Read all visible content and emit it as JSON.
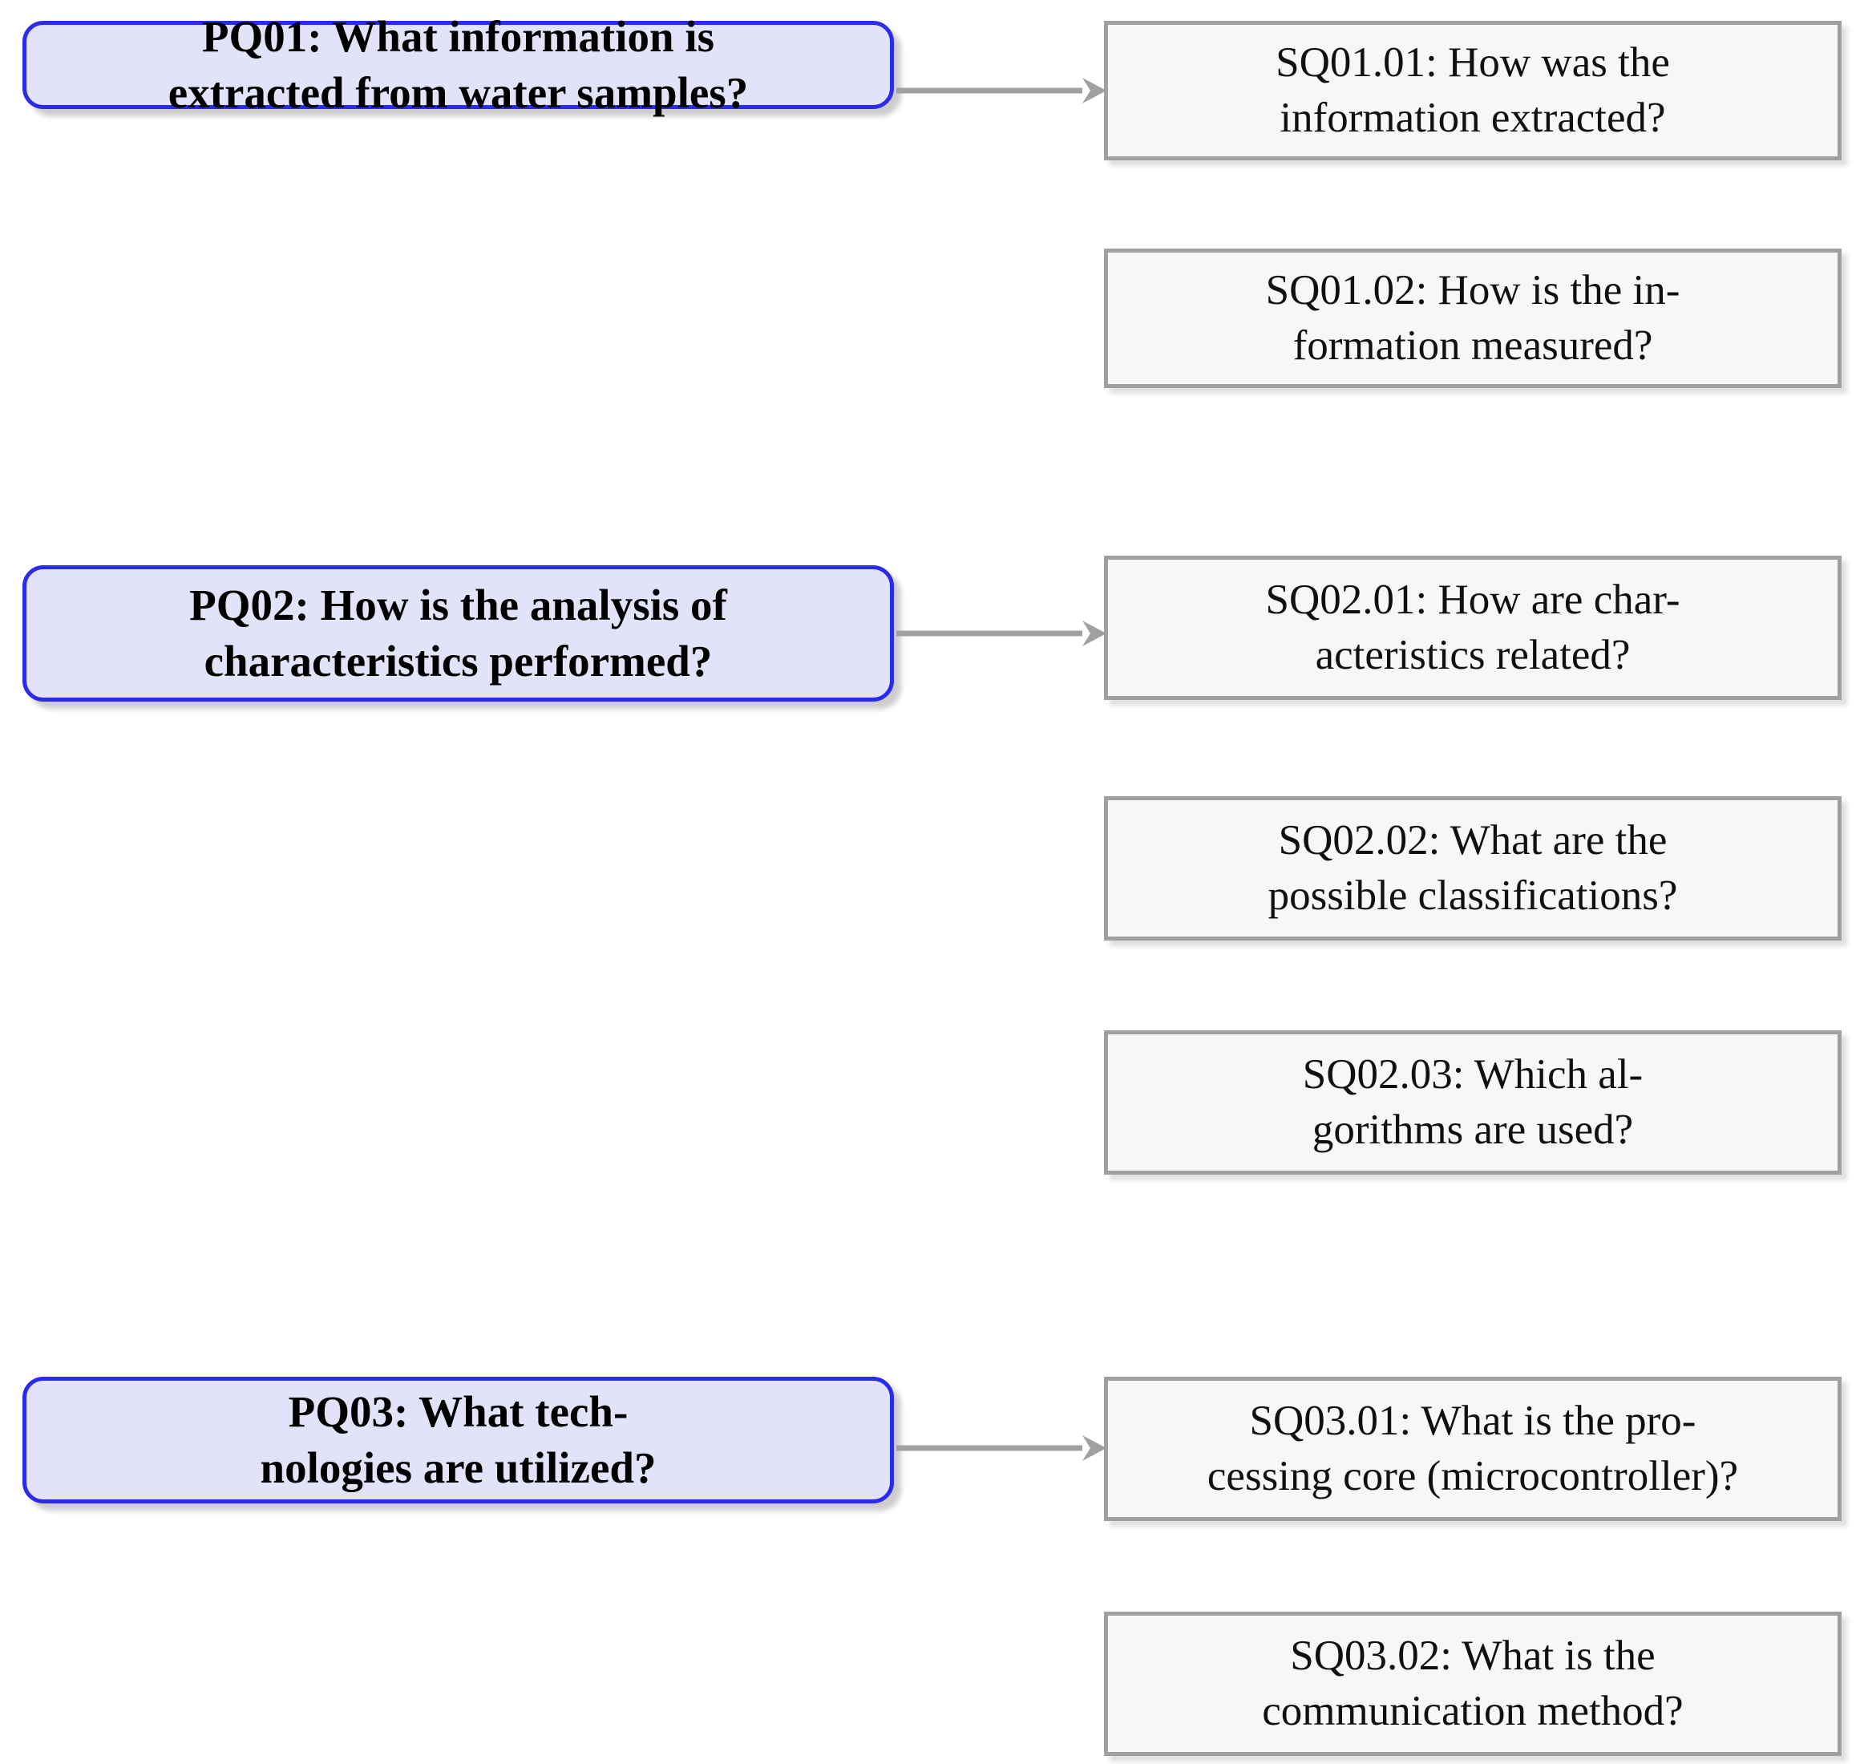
{
  "diagram": {
    "title": "Research question decomposition diagram",
    "colors": {
      "pq_fill": "#e2e2f8",
      "pq_border": "#2b2bee",
      "sq_fill": "#f7f7f7",
      "sq_border": "#a0a0a0",
      "arrow": "#a0a0a0",
      "background": "#ffffff",
      "text": "#000000"
    },
    "primary_questions": [
      {
        "id": "PQ01",
        "label": "PQ01: What information is extracted from water samples?",
        "line1": "PQ01:  What information is",
        "line2": "extracted from water samples?"
      },
      {
        "id": "PQ02",
        "label": "PQ02: How is the analysis of characteristics performed?",
        "line1": "PQ02:  How is the analysis of",
        "line2": "characteristics performed?"
      },
      {
        "id": "PQ03",
        "label": "PQ03: What technologies are utilized?",
        "line1": "PQ03:  What tech-",
        "line2": "nologies are utilized?"
      }
    ],
    "secondary_questions": [
      {
        "id": "SQ01.01",
        "parent": "PQ01",
        "label": "SQ01.01: How was the information extracted?",
        "line1": "SQ01.01:  How was the",
        "line2": "information extracted?"
      },
      {
        "id": "SQ01.02",
        "parent": "PQ01",
        "label": "SQ01.02: How is the information measured?",
        "line1": "SQ01.02:  How is the in-",
        "line2": "formation measured?"
      },
      {
        "id": "SQ02.01",
        "parent": "PQ02",
        "label": "SQ02.01: How are characteristics related?",
        "line1": "SQ02.01:  How are char-",
        "line2": "acteristics related?"
      },
      {
        "id": "SQ02.02",
        "parent": "PQ02",
        "label": "SQ02.02: What are the possible classifications?",
        "line1": "SQ02.02:  What are the",
        "line2": "possible classifications?"
      },
      {
        "id": "SQ02.03",
        "parent": "PQ02",
        "label": "SQ02.03: Which algorithms are used?",
        "line1": "SQ02.03:  Which al-",
        "line2": "gorithms are used?"
      },
      {
        "id": "SQ03.01",
        "parent": "PQ03",
        "label": "SQ03.01: What is the processing core (microcontroller)?",
        "line1": "SQ03.01:  What is the pro-",
        "line2": "cessing core (microcontroller)?"
      },
      {
        "id": "SQ03.02",
        "parent": "PQ03",
        "label": "SQ03.02: What is the communication method?",
        "line1": "SQ03.02:  What is the",
        "line2": "communication method?"
      }
    ],
    "connections": [
      {
        "from": "PQ01",
        "to": "SQ01.01"
      },
      {
        "from": "PQ02",
        "to": "SQ02.01"
      },
      {
        "from": "PQ03",
        "to": "SQ03.01"
      }
    ]
  }
}
